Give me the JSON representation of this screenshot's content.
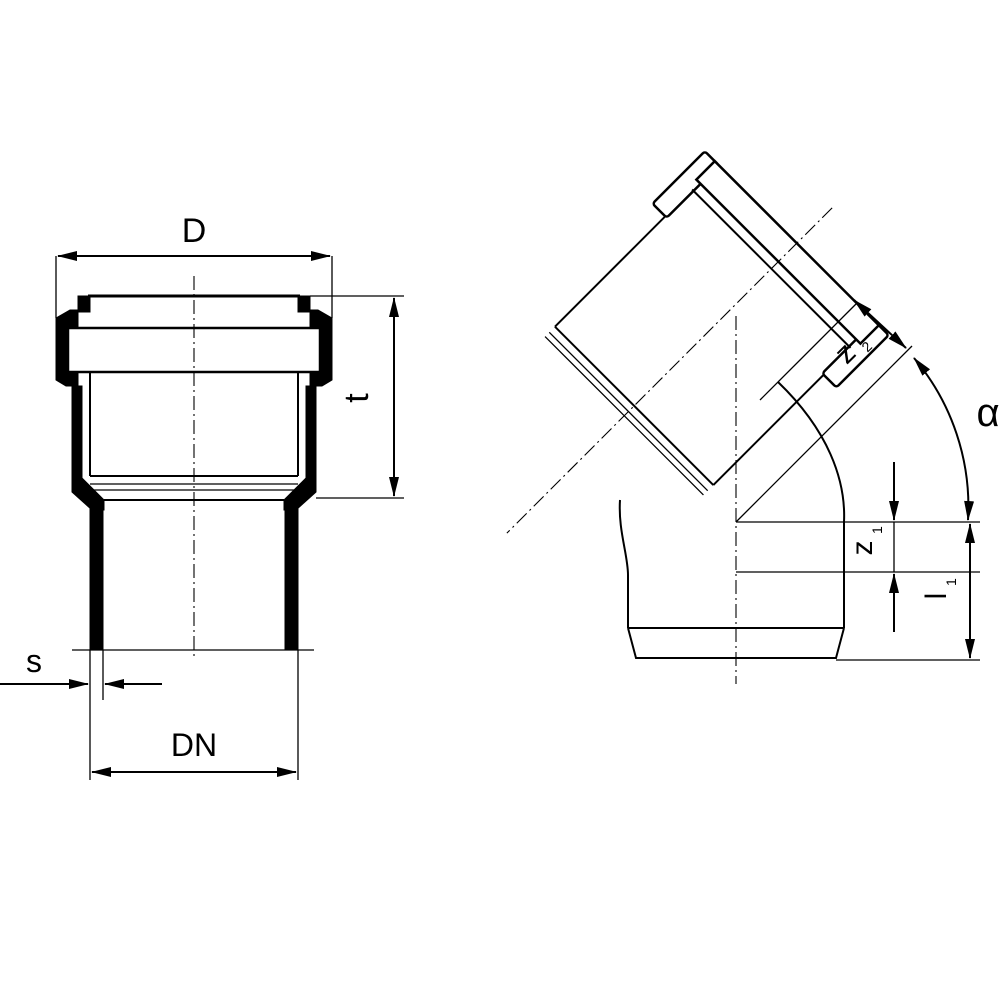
{
  "labels": {
    "D": "D",
    "t": "t",
    "s": "s",
    "DN": "DN",
    "z2_main": "z",
    "z2_sub": "2",
    "alpha": "α",
    "z1_main": "z",
    "z1_sub": "1",
    "l1_main": "l",
    "l1_sub": "1"
  },
  "colors": {
    "line": "#000000",
    "background": "#ffffff"
  }
}
